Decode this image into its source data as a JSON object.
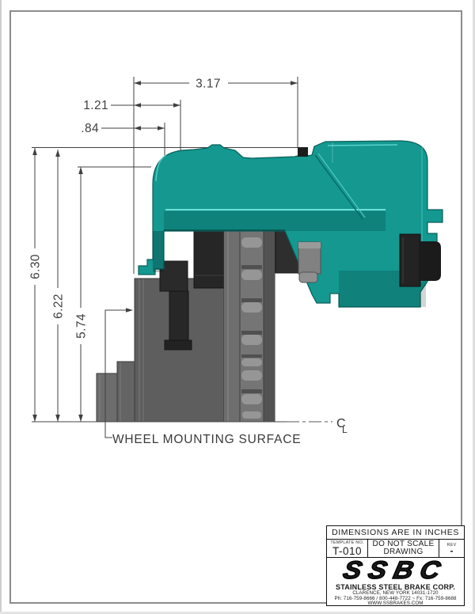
{
  "drawing": {
    "dimensions": {
      "horizontal": [
        {
          "label": "3.17"
        },
        {
          "label": "1.21"
        },
        {
          "label": ".84"
        }
      ],
      "vertical": [
        {
          "label": "6.30"
        },
        {
          "label": "6.22"
        },
        {
          "label": "5.74"
        }
      ]
    },
    "annotations": {
      "wheel_mounting_surface": "WHEEL MOUNTING SURFACE",
      "centerline": {
        "c": "C",
        "l": "L"
      }
    },
    "colors": {
      "caliper_teal": "#149890",
      "caliper_highlight": "#6ee0d9",
      "caliper_shadow": "#0a5f5a",
      "rotor_gray": "#6f6f6f",
      "hub_gray": "#5e5e5e",
      "pad_black": "#262626",
      "dimension_line": "#404040",
      "page_border": "#8c8c8c"
    }
  },
  "title_block": {
    "units_note": "DIMENSIONS ARE IN INCHES",
    "template_label": "TEMPLATE NO.",
    "template_no": "T-010",
    "scale_note_line1": "DO NOT SCALE",
    "scale_note_line2": "DRAWING",
    "rev_label": "REV",
    "rev_value": "-",
    "logo": "SSBC",
    "company": "STAINLESS STEEL BRAKE CORP.",
    "address": "CLARENCE, NEW YORK 14031-1720",
    "phone": "Ph: 716-759-8666 / 800-448-7722 ~ Fx: 716-759-8688",
    "website": "WWW.SSBRAKES.COM"
  }
}
